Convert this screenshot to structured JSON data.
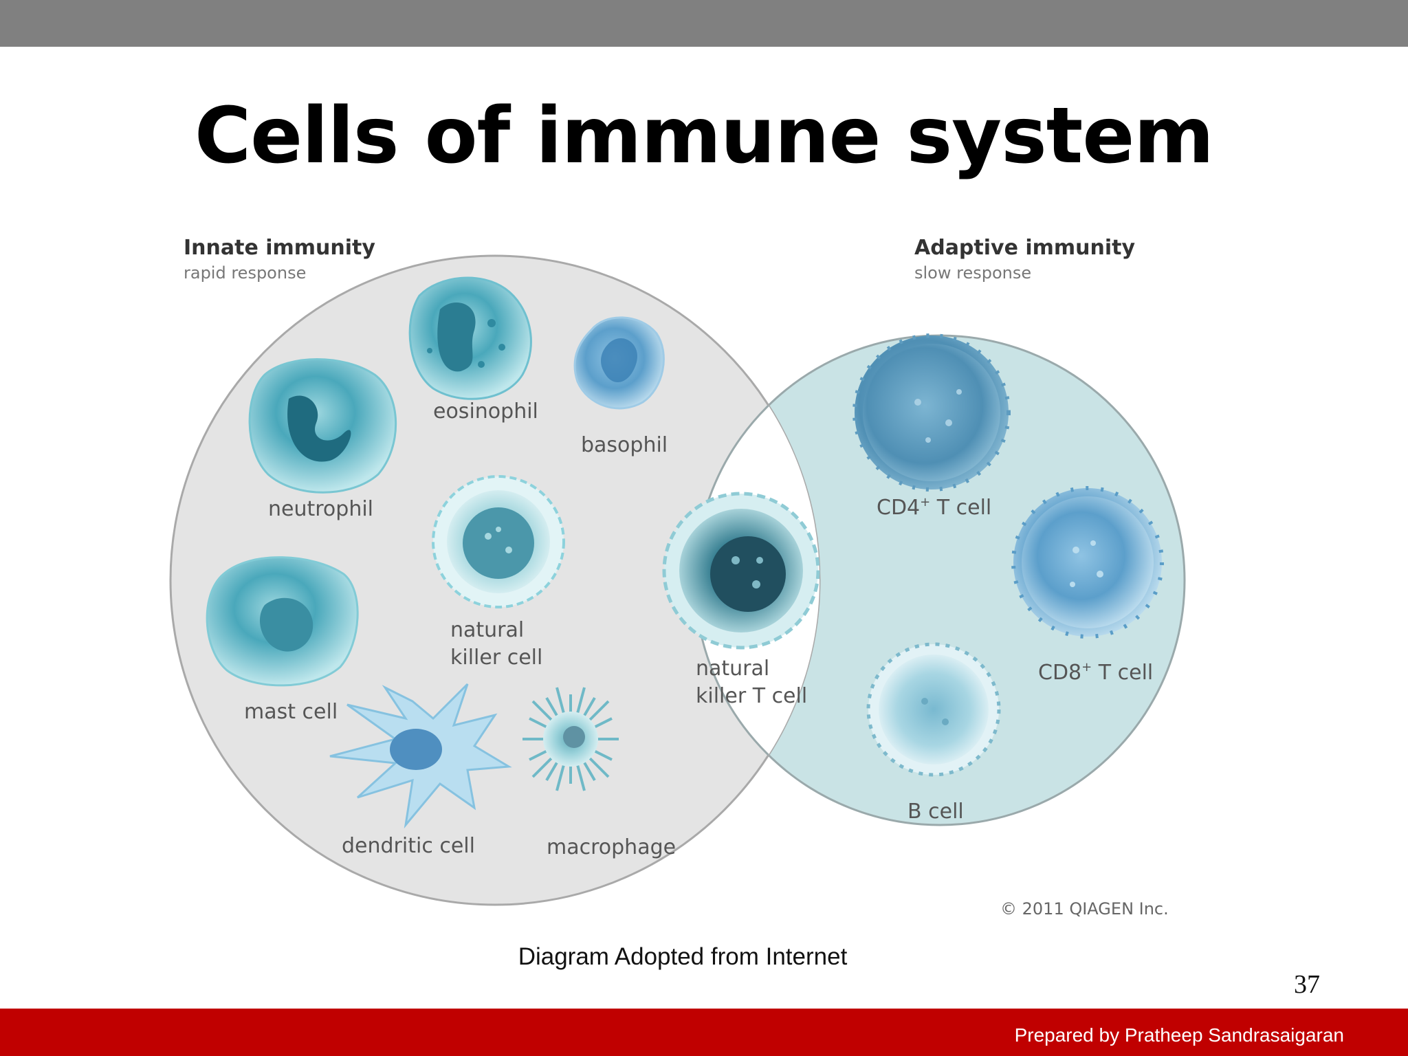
{
  "slide": {
    "title": "Cells of immune system",
    "caption": "Diagram Adopted from Internet",
    "page_number": "37",
    "author": "Prepared by Pratheep Sandrasaigaran"
  },
  "diagram": {
    "innate": {
      "title": "Innate immunity",
      "subtitle": "rapid response",
      "cells": {
        "neutrophil": "neutrophil",
        "eosinophil": "eosinophil",
        "basophil": "basophil",
        "natural_killer_line1": "natural",
        "natural_killer_line2": "killer cell",
        "mast_cell": "mast cell",
        "dendritic_cell": "dendritic cell",
        "macrophage": "macrophage"
      }
    },
    "overlap": {
      "nkt_line1": "natural",
      "nkt_line2": "killer T cell"
    },
    "adaptive": {
      "title": "Adaptive immunity",
      "subtitle": "slow response",
      "cells": {
        "cd4_prefix": "CD4",
        "cd4_suffix": " T cell",
        "cd8_prefix": "CD8",
        "cd8_suffix": " T cell",
        "superscript": "+",
        "b_cell": "B cell"
      }
    },
    "copyright": "© 2011 QIAGEN Inc.",
    "colors": {
      "innate_fill": "#e4e4e4",
      "adaptive_fill": "#c9e3e5",
      "overlap_fill": "#ffffff",
      "cell_dark": "#2f7f95",
      "cell_light": "#a8dde6"
    }
  }
}
